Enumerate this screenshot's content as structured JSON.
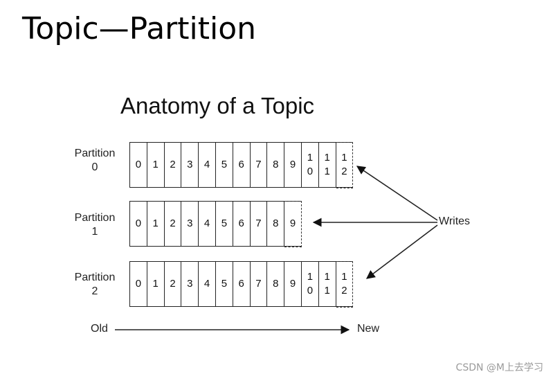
{
  "slide": {
    "title": "Topic—Partition"
  },
  "diagram": {
    "title": "Anatomy of a Topic",
    "partitions": [
      {
        "label_word": "Partition",
        "label_num": "0",
        "offsets": [
          "0",
          "1",
          "2",
          "3",
          "4",
          "5",
          "6",
          "7",
          "8",
          "9",
          "10",
          "11"
        ],
        "next": "12"
      },
      {
        "label_word": "Partition",
        "label_num": "1",
        "offsets": [
          "0",
          "1",
          "2",
          "3",
          "4",
          "5",
          "6",
          "7",
          "8"
        ],
        "next": "9"
      },
      {
        "label_word": "Partition",
        "label_num": "2",
        "offsets": [
          "0",
          "1",
          "2",
          "3",
          "4",
          "5",
          "6",
          "7",
          "8",
          "9",
          "10",
          "11"
        ],
        "next": "12"
      }
    ],
    "writes_label": "Writes",
    "old_label": "Old",
    "new_label": "New"
  },
  "watermark": "CSDN @M上去学习"
}
